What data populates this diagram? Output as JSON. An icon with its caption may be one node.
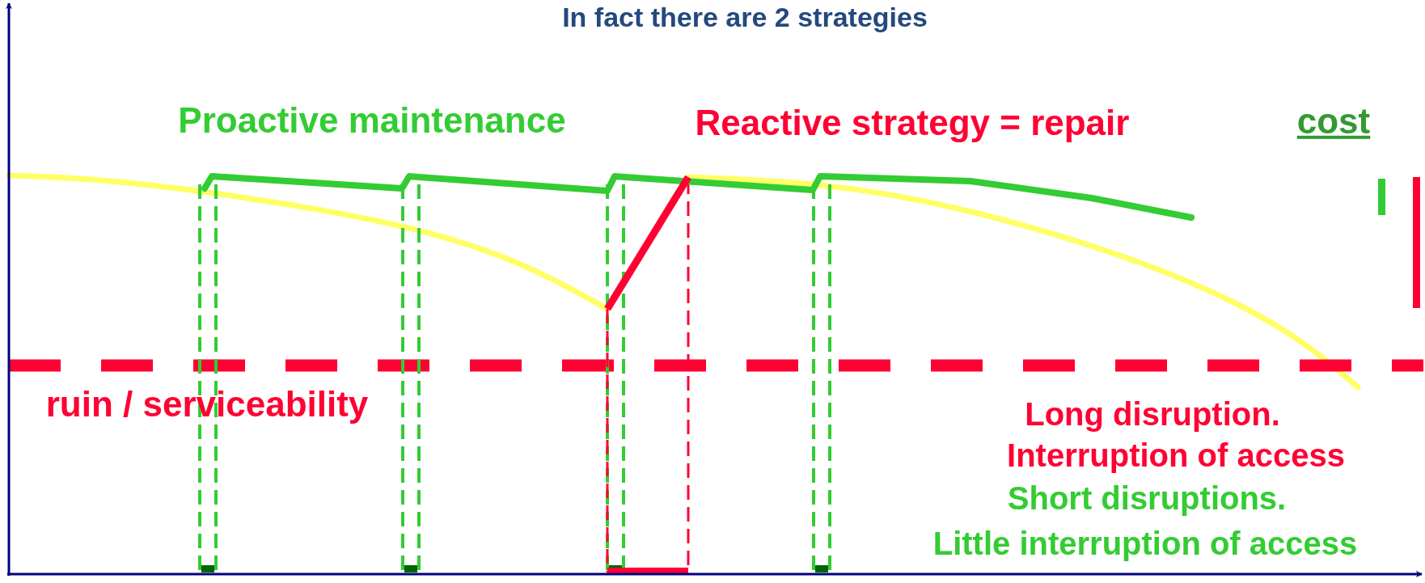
{
  "diagram": {
    "title": "In fact there are 2 strategies",
    "labels": [
      "Proactive maintenance",
      "Reactive strategy = repair",
      "cost",
      "ruin / serviceability",
      "Long disruption.",
      "Interruption of access",
      "Short disruptions.",
      "Little interruption of access"
    ]
  }
}
